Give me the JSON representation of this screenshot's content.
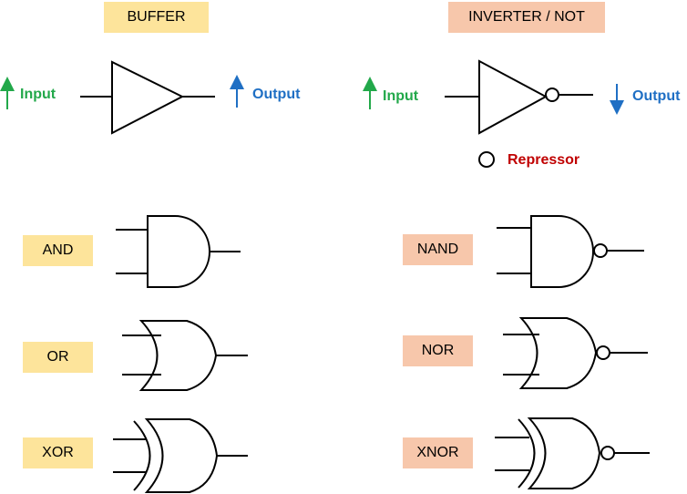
{
  "headers": {
    "buffer": "BUFFER",
    "inverter": "INVERTER / NOT"
  },
  "buffer_section": {
    "input_label": "Input",
    "output_label": "Output"
  },
  "inverter_section": {
    "input_label": "Input",
    "output_label": "Output",
    "legend_label": "Repressor"
  },
  "gates": {
    "and": "AND",
    "or": "OR",
    "xor": "XOR",
    "nand": "NAND",
    "nor": "NOR",
    "xnor": "XNOR"
  },
  "colors": {
    "yellow_box": "#fde49b",
    "peach_box": "#f7c7ab",
    "input_green": "#22a84a",
    "output_blue": "#1f6fc4",
    "repressor_red": "#c00000"
  }
}
